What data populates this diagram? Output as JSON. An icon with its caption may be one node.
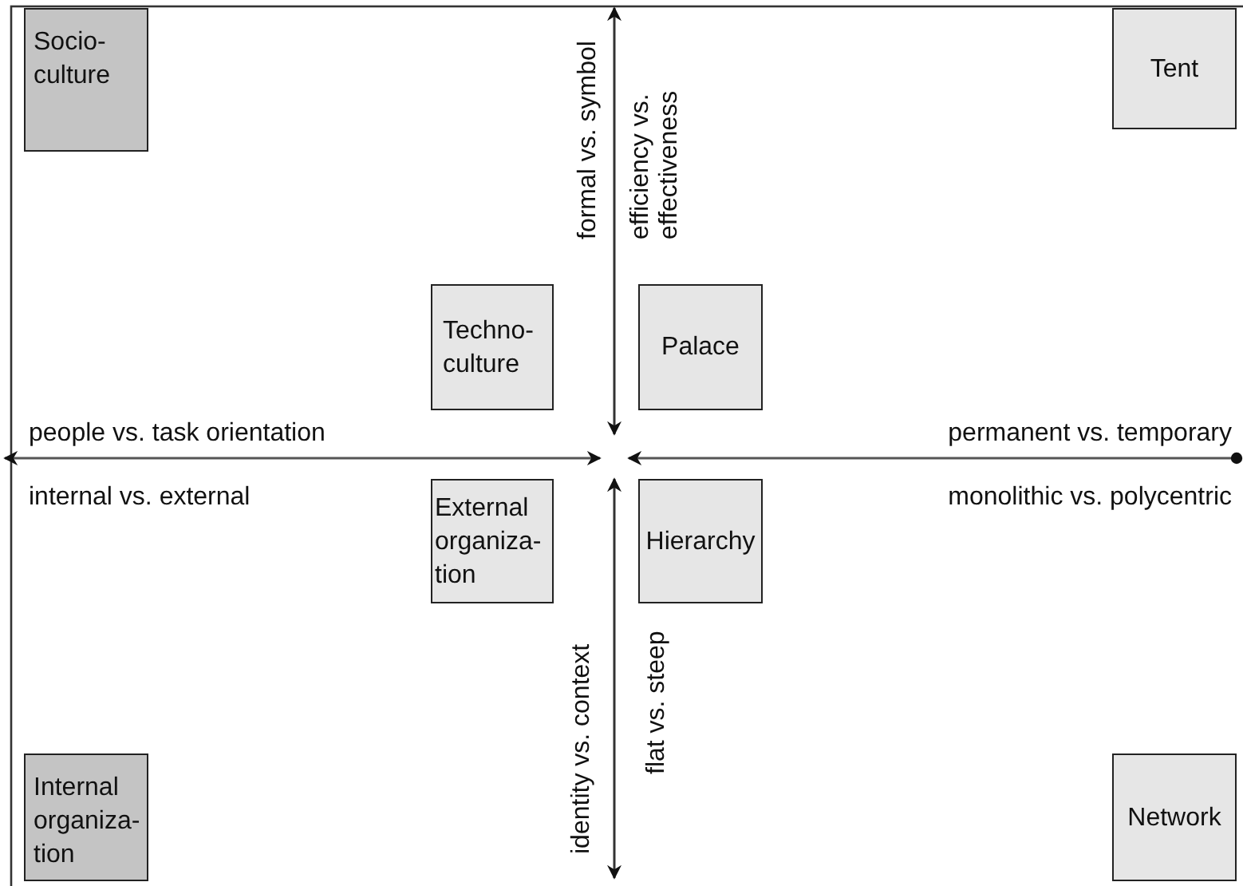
{
  "diagram": {
    "nodes": [
      {
        "text": [
          "Socio-culture"
        ]
      },
      {
        "text": [
          "Tent"
        ]
      },
      {
        "text": [
          "Techno-culture"
        ]
      },
      {
        "text": [
          "Palace"
        ]
      },
      {
        "text": [
          "External organiza-tion"
        ]
      },
      {
        "text": [
          "Hierarchy"
        ]
      },
      {
        "text": [
          "Internal organiza-tion"
        ]
      },
      {
        "text": [
          "Network"
        ]
      }
    ],
    "labels": [
      "formal vs. symbol",
      "efficiency vs. effectiveness",
      "people vs. task orientation",
      "permanent vs. temporary",
      "internal vs. external",
      "monolithic vs. polycentric",
      "identity vs. context",
      "flat vs. steep"
    ]
  }
}
